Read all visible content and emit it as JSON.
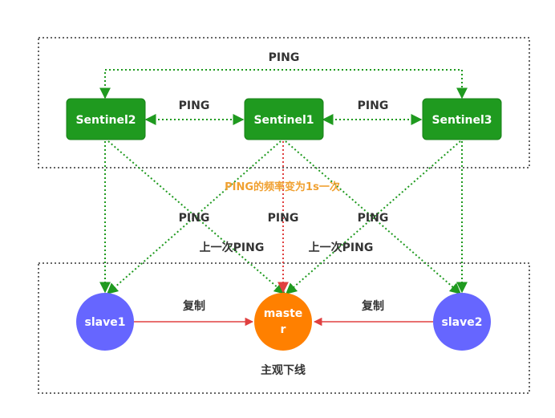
{
  "colors": {
    "sentinel_fill": "#1f9a1f",
    "slave_fill": "#6666ff",
    "master_fill": "#ff8000",
    "green_line": "#1f9a1f",
    "red_line": "#e04040",
    "warn_text": "#f0a030",
    "label_text": "#333333",
    "group_border": "#333333"
  },
  "sentinels": {
    "s1": "Sentinel1",
    "s2": "Sentinel2",
    "s3": "Sentinel3"
  },
  "redis": {
    "slave1": "slave1",
    "master_line1": "maste",
    "master_line2": "r",
    "slave2": "slave2"
  },
  "labels": {
    "ping_top": "PING",
    "ping_s2_s1": "PING",
    "ping_s1_s3": "PING",
    "ping_frequency": "PING的频率变为1s一次",
    "ping_left": "PING",
    "ping_center": "PING",
    "ping_right": "PING",
    "last_ping_left": "上一次PING",
    "last_ping_right": "上一次PING",
    "replicate_left": "复制",
    "replicate_right": "复制",
    "subjective_down": "主观下线"
  }
}
